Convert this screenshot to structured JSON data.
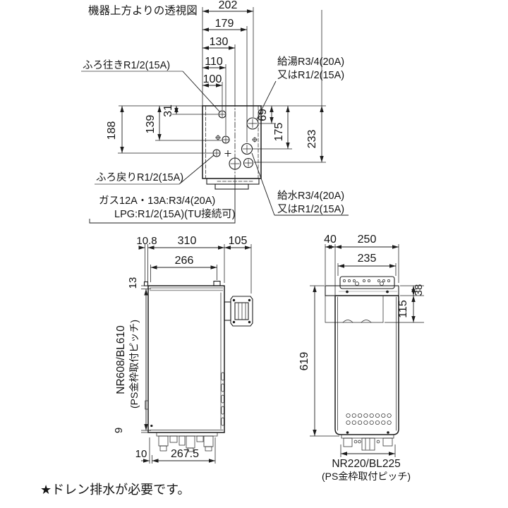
{
  "colors": {
    "line": "#1c1c1c",
    "gray_shading": "#9b9b9b",
    "background": "#ffffff"
  },
  "title": "機器上方よりの透視図",
  "note": "★ドレン排水が必要です。",
  "top_view": {
    "labels": {
      "bath_out": "ふろ往きR1/2(15A)",
      "bath_return": "ふろ戻りR1/2(15A)",
      "hot_water_line1": "給湯R3/4(20A)",
      "hot_water_line2": "又はR1/2(15A)",
      "cold_water_line1": "給水R3/4(20A)",
      "cold_water_line2": "又はR1/2(15A)",
      "gas_line1": "ガス12A・13A:R3/4(20A)",
      "gas_line2": "LPG:R1/2(15A)(TU接続可)"
    },
    "dims": {
      "w202": "202",
      "w179": "179",
      "w130": "130",
      "w110": "110",
      "w100": "100",
      "h188": "188",
      "h139": "139",
      "h31": "31",
      "h69": "69",
      "h175": "175",
      "h233": "233"
    }
  },
  "side_view": {
    "dims": {
      "d10_8": "10.8",
      "d310": "310",
      "d105": "105",
      "d266": "266",
      "d13": "13",
      "d9": "9",
      "d10": "10",
      "d267_5": "267.5",
      "pitch": "NR608/BL610",
      "pitch_note": "(PS金枠取付ピッチ)"
    }
  },
  "front_view": {
    "dims": {
      "d40": "40",
      "d250": "250",
      "d235": "235",
      "d38": "38",
      "d115": "115",
      "d619": "619",
      "pitch": "NR220/BL225",
      "pitch_note": "(PS金枠取付ピッチ)"
    }
  }
}
